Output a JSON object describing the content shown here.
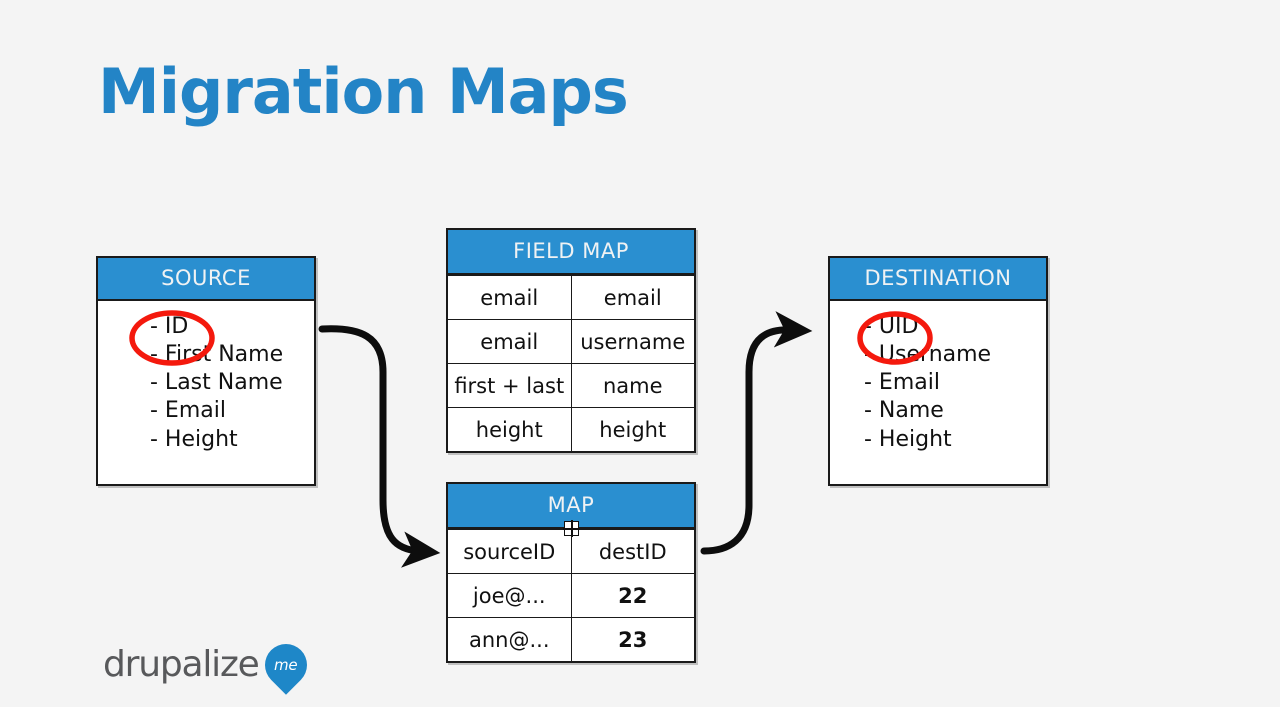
{
  "slide": {
    "title": "Migration Maps",
    "background_color": "#f4f4f4",
    "accent_color": "#2a8fd0",
    "annotation_color": "#f4190d",
    "text_color": "#111111"
  },
  "source_box": {
    "header": "SOURCE",
    "items": [
      {
        "label": "- ID"
      },
      {
        "label": "- First Name"
      },
      {
        "label": "- Last Name"
      },
      {
        "label": "- Email"
      },
      {
        "label": "- Height"
      }
    ]
  },
  "destination_box": {
    "header": "DESTINATION",
    "items": [
      {
        "label": "- UID"
      },
      {
        "label": "- Username"
      },
      {
        "label": "- Email"
      },
      {
        "label": "- Name"
      },
      {
        "label": "- Height"
      }
    ]
  },
  "field_map_table": {
    "title": "FIELD MAP",
    "rows": [
      {
        "source": "email",
        "destination": "email"
      },
      {
        "source": "email",
        "destination": "username"
      },
      {
        "source": "first + last",
        "destination": "name"
      },
      {
        "source": "height",
        "destination": "height"
      }
    ]
  },
  "map_table": {
    "title": "MAP",
    "headers": {
      "source": "sourceID",
      "destination": "destID"
    },
    "rows": [
      {
        "source": "joe@...",
        "destination": "22"
      },
      {
        "source": "ann@...",
        "destination": "23"
      }
    ]
  },
  "annotations": {
    "source_highlight_target": "- ID",
    "destination_highlight_target": "- UID",
    "arrow_source_to_map": "source-to-map-arrow",
    "arrow_map_to_destination": "map-to-destination-arrow"
  },
  "logo": {
    "wordmark": "drupalize",
    "drop_text": "me"
  }
}
